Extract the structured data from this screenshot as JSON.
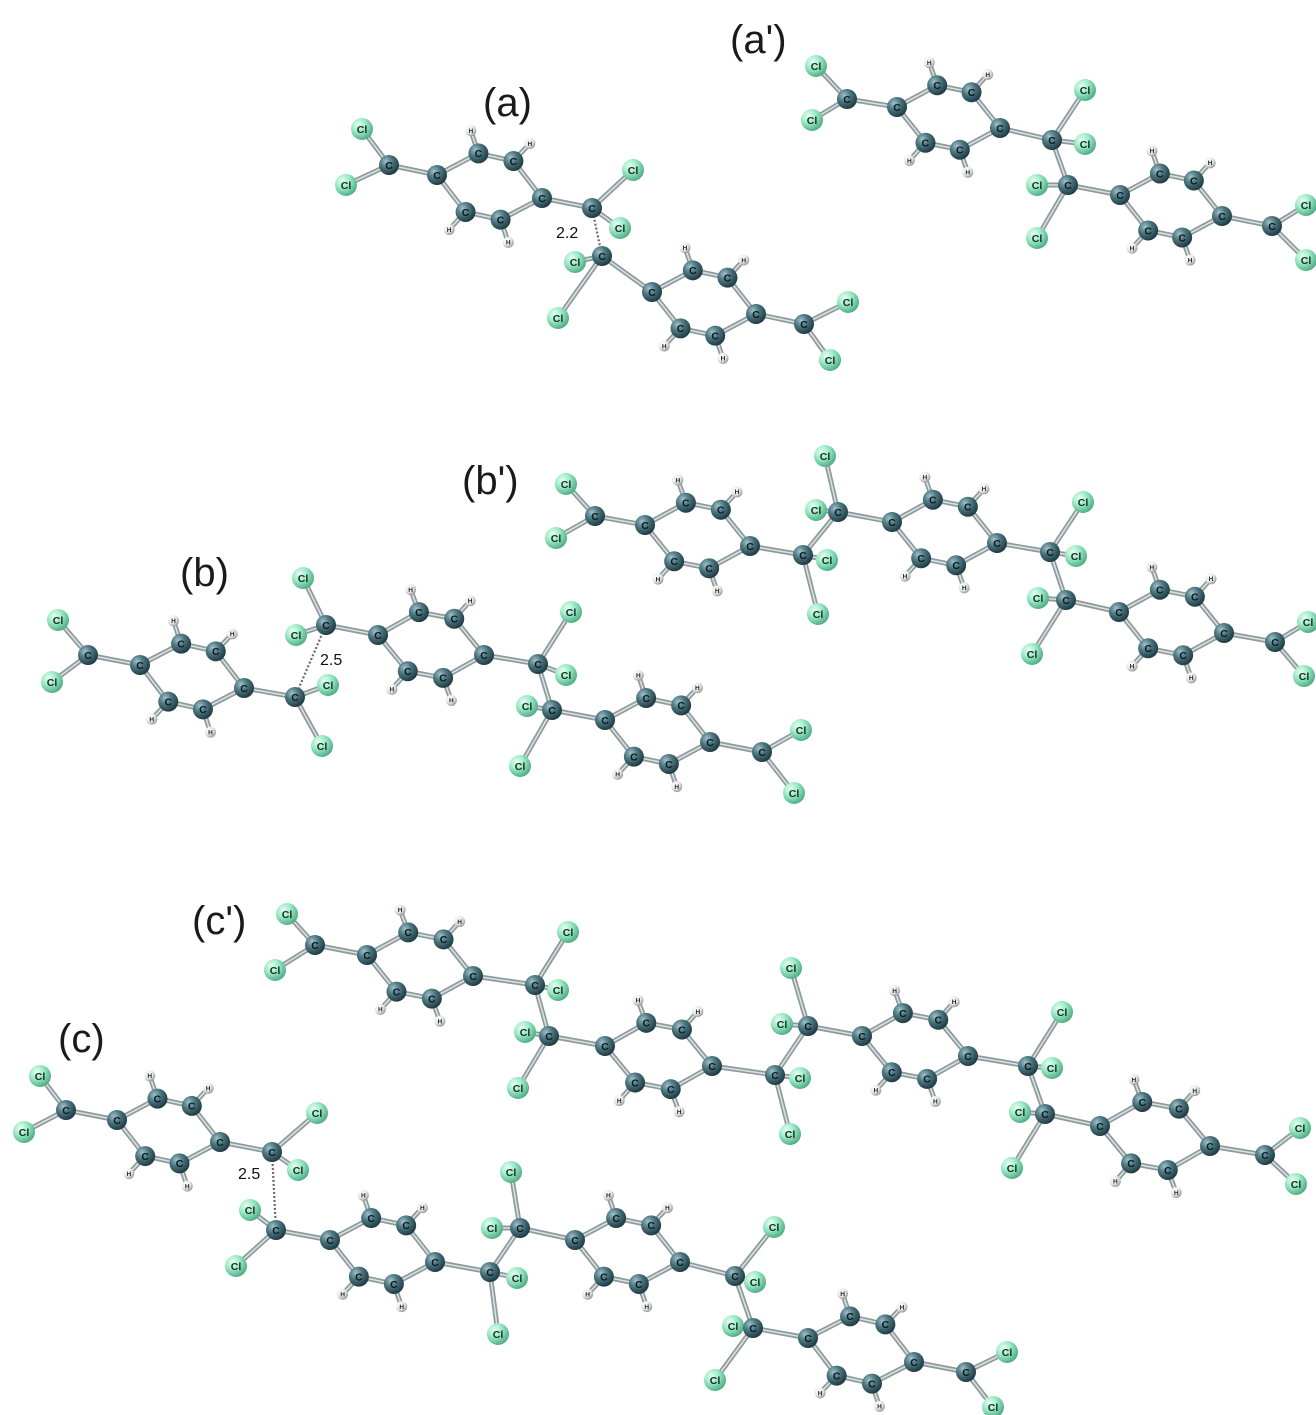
{
  "panel_labels": {
    "a": "(a)",
    "a_prime": "(a')",
    "b": "(b)",
    "b_prime": "(b')",
    "c": "(c)",
    "c_prime": "(c')"
  },
  "distance_labels": {
    "a": "2.2",
    "b": "2.5",
    "c": "2.5"
  },
  "atom_symbols": {
    "carbon": "C",
    "chlorine": "Cl",
    "hydrogen": "H"
  },
  "colors": {
    "carbon": "#3f6670",
    "chlorine": "#8fe8c2",
    "hydrogen": "#f0f0f0",
    "bond": "#8e9a9c",
    "background": "#ffffff"
  }
}
